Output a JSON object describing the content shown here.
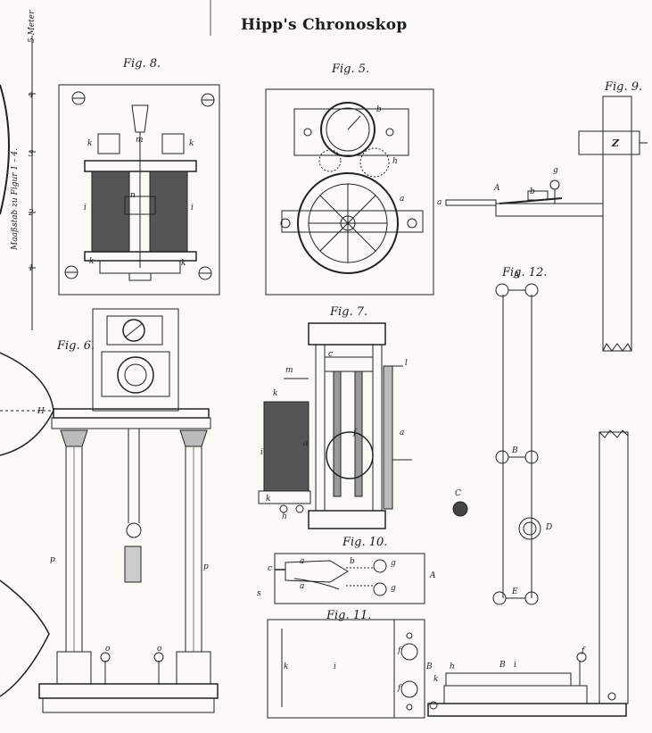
{
  "plate": {
    "title": "Hipp's Chronoskop",
    "scale_label": "Maaßstab zu Figur 1 – 4.",
    "scale_top": "5 Meter",
    "scale_ticks": [
      "1",
      "2",
      "3",
      "4"
    ]
  },
  "figures": {
    "fig5": "Fig. 5.",
    "fig6": "Fig. 6.",
    "fig7": "Fig. 7.",
    "fig8": "Fig. 8.",
    "fig9": "Fig. 9.",
    "fig10": "Fig. 10.",
    "fig11": "Fig. 11.",
    "fig12": "Fig. 12."
  },
  "letters": {
    "fig8": [
      "m",
      "k",
      "k",
      "i",
      "i",
      "k",
      "k",
      "n"
    ],
    "fig5": [
      "b",
      "h",
      "a",
      "a"
    ],
    "fig9": [
      "Z",
      "A",
      "b",
      "g"
    ],
    "fig6": [
      "H",
      "p",
      "p",
      "o",
      "o"
    ],
    "fig7": [
      "l",
      "m",
      "k",
      "i",
      "a",
      "f",
      "c",
      "k",
      "h",
      "a"
    ],
    "fig12": [
      "A",
      "B",
      "C",
      "D",
      "E"
    ],
    "fig10": [
      "c",
      "a",
      "a",
      "b",
      "g",
      "g",
      "s",
      "A"
    ],
    "fig11": [
      "k",
      "i",
      "f",
      "f",
      "B"
    ],
    "fig11b": [
      "k",
      "h",
      "B",
      "i",
      "f"
    ]
  }
}
